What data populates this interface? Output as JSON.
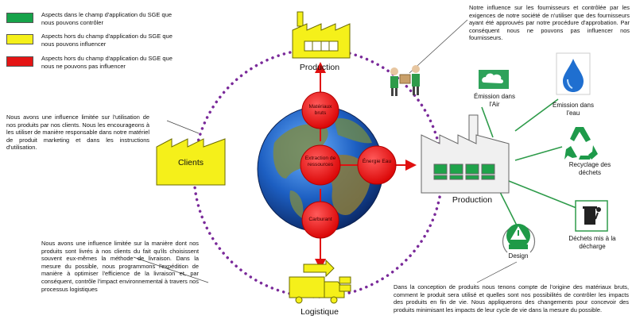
{
  "legend": [
    {
      "color": "#16a34a",
      "text": "Aspects dans le champ d'application du SGE que nous pouvons contrôler"
    },
    {
      "color": "#f5f01a",
      "text": "Aspects hors du champ d'application du SGE que nous pouvons influencer"
    },
    {
      "color": "#e41414",
      "text": "Aspects hors du champ d'application du SGE que nous ne pouvons pas influencer"
    }
  ],
  "texts": {
    "suppliers": "Notre influence sur les fournisseurs et contrôlée par les exigences de notre société de n'utiliser que des fournisseurs ayant été approuvés par notre procédure d'approbation. Par conséquent nous ne pouvons pas influencer nos fournisseurs.",
    "clients": "Nous avons une influence limitée sur l'utilisation de nos produits par nos clients. Nous les encourageons à les utiliser de manière responsable dans notre matériel de produit marketing et dans les instructions d'utilisation.",
    "logistics": "Nous avons une influence limitée sur la manière dont nos produits sont livrés à nos clients du fait qu'ils choisissent souvent eux-mêmes la méthode de livraison. Dans la mesure du possible, nous programmons l'expédition de manière à optimiser l'efficience de la livraison et, par conséquent, contrôle l'impact environnemental à travers nos processus logistiques",
    "design": "Dans la conception de produits nous tenons compte de l'origine des matériaux bruts, comment le produit sera utilisé et quelles sont nos possibilités de contrôler les impacts des produits en fin de vie. Nous appliquerons des changements pour concevoir des produits minimisant les impacts de leur cycle de vie dans la mesure du possible."
  },
  "labels": {
    "production_top": "Production",
    "clients": "Clients",
    "logistique": "Logistique",
    "production_right": "Production",
    "emission_air": "Émission dans l'Air",
    "emission_eau": "Émission dans l'eau",
    "recyclage": "Recyclage des déchets",
    "decharge": "Déchets mis à la décharge",
    "design": "Design"
  },
  "nodes": {
    "materiaux": "Matériaux bruts",
    "extraction": "Extraction de ressources",
    "energie": "Énergie Eau",
    "carburant": "Carburant"
  },
  "icons": [
    "factory-icon",
    "globe-icon",
    "truck-icon",
    "cloud-icon",
    "water-drop-icon",
    "recycle-icon",
    "trash-bin-icon",
    "design-warning-icon",
    "suppliers-icon"
  ]
}
